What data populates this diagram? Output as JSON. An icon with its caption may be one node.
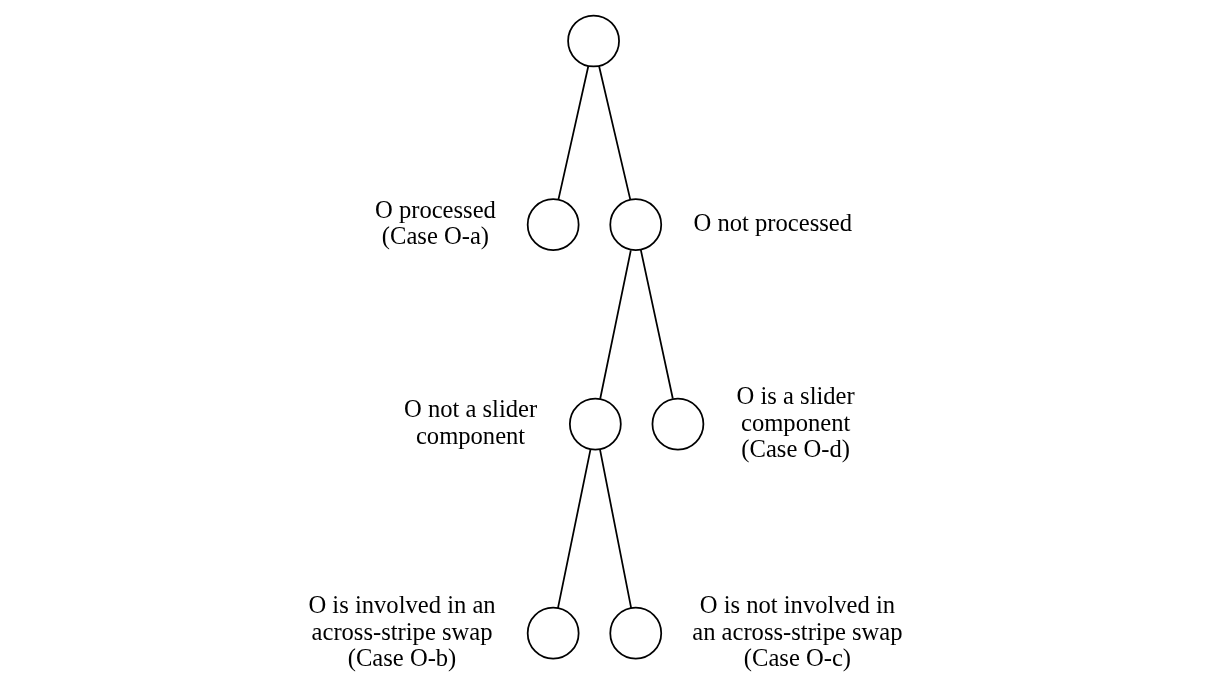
{
  "diagram": {
    "nodes": [
      {
        "text": [],
        "shape": "circle"
      },
      {
        "text": [],
        "shape": "circle",
        "beside": [
          "O processed",
          "(Case O-a)"
        ]
      },
      {
        "text": [],
        "shape": "circle",
        "beside": [
          "O not processed"
        ]
      },
      {
        "text": [],
        "shape": "circle",
        "beside": [
          "O not a slider component"
        ]
      },
      {
        "text": [],
        "shape": "circle",
        "beside": [
          "O is a slider component",
          "(Case O-d)"
        ]
      },
      {
        "text": [],
        "shape": "circle",
        "beside": [
          "O is involved in an across-stripe swap",
          "(Case O-b)"
        ]
      },
      {
        "text": [],
        "shape": "circle",
        "beside": [
          "O is not involved in an across-stripe swap",
          "(Case O-c)"
        ]
      }
    ],
    "edges": [
      {
        "from": 0,
        "to": 1,
        "arrow": "none"
      },
      {
        "from": 0,
        "to": 2,
        "arrow": "none"
      },
      {
        "from": 2,
        "to": 3,
        "arrow": "none"
      },
      {
        "from": 2,
        "to": 4,
        "arrow": "none"
      },
      {
        "from": 3,
        "to": 5,
        "arrow": "none"
      },
      {
        "from": 3,
        "to": 6,
        "arrow": "none"
      }
    ]
  }
}
